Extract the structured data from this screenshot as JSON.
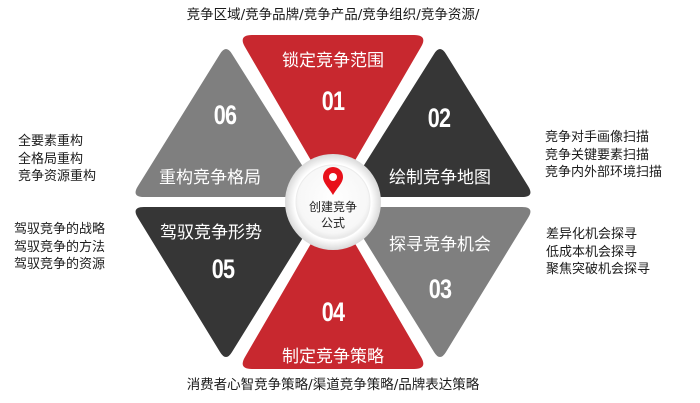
{
  "colors": {
    "red": "#c8282f",
    "dark": "#363636",
    "gray": "#7f7f7f",
    "pin": "#e8101a",
    "text": "#1a1a1a"
  },
  "center": {
    "icon": "location-pin-icon",
    "line1": "创建竞争",
    "line2": "公式"
  },
  "segments": [
    {
      "num": "01",
      "label": "锁定竞争范围",
      "color": "red",
      "caption": "竞争区域/竞争品牌/竞争产品/竞争组织/竞争资源/"
    },
    {
      "num": "02",
      "label": "绘制竞争地图",
      "color": "dark",
      "details": [
        "竞争对手画像扫描",
        "竞争关键要素扫描",
        "竞争内外部环境扫描"
      ]
    },
    {
      "num": "03",
      "label": "探寻竞争机会",
      "color": "gray",
      "details": [
        "差异化机会探寻",
        "低成本机会探寻",
        "聚焦突破机会探寻"
      ]
    },
    {
      "num": "04",
      "label": "制定竞争策略",
      "color": "red",
      "caption": "消费者心智竞争策略/渠道竞争策略/品牌表达策略"
    },
    {
      "num": "05",
      "label": "驾驭竞争形势",
      "color": "dark",
      "details": [
        "驾驭竞争的战略",
        "驾驭竞争的方法",
        "驾驭竞争的资源"
      ]
    },
    {
      "num": "06",
      "label": "重构竞争格局",
      "color": "gray",
      "details": [
        "全要素重构",
        "全格局重构",
        "竞争资源重构"
      ]
    }
  ]
}
